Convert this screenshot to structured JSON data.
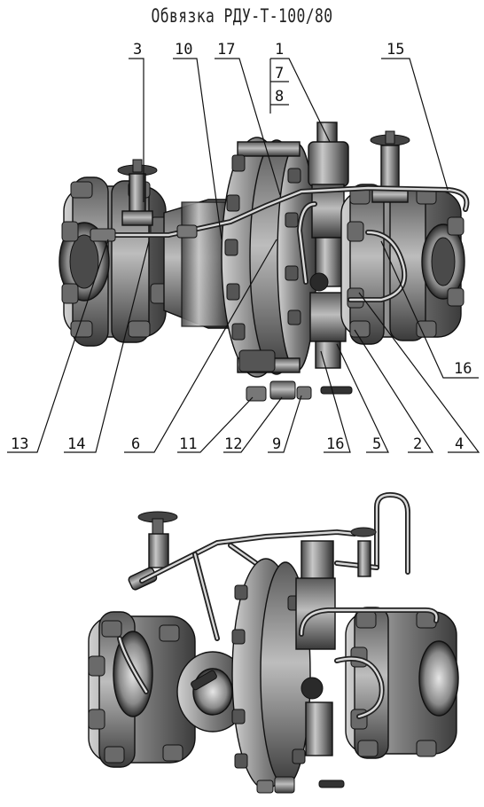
{
  "title": "Обвязка РДУ-Т-100/80",
  "callouts_top": [
    "3",
    "10",
    "17",
    "1",
    "7",
    "8",
    "15"
  ],
  "callouts_right": [
    "16"
  ],
  "callouts_bottom": [
    "13",
    "14",
    "6",
    "11",
    "12",
    "9",
    "16",
    "5",
    "2",
    "4"
  ]
}
